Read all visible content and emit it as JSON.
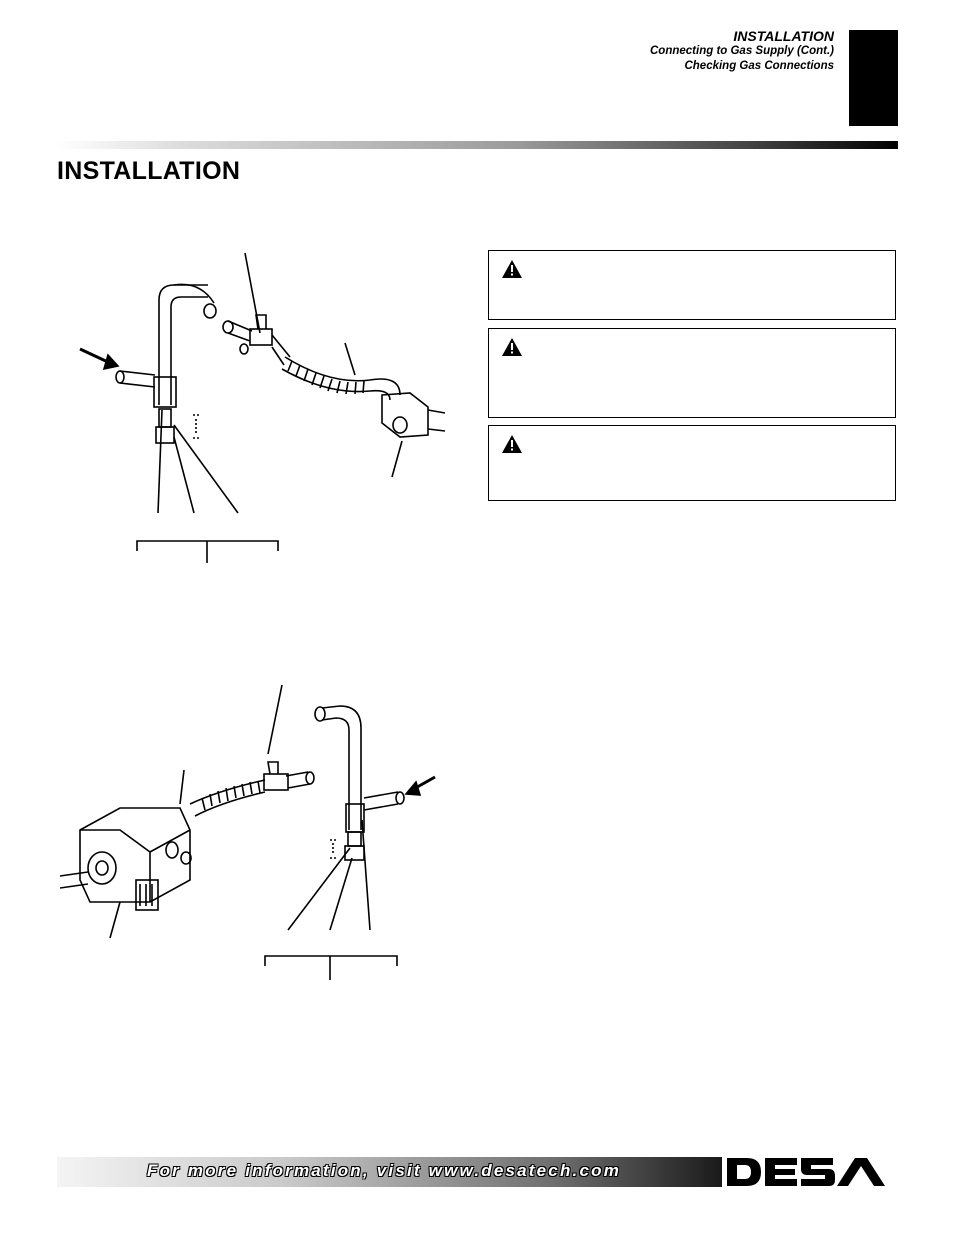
{
  "header": {
    "section": "INSTALLATION",
    "line1": "Connecting to Gas Supply (Cont.)",
    "line2": "Checking Gas Connections"
  },
  "page_title": "INSTALLATION",
  "warnings": [
    {
      "icon": "warning-triangle-icon"
    },
    {
      "icon": "warning-triangle-icon"
    },
    {
      "icon": "warning-triangle-icon"
    }
  ],
  "footer": {
    "text": "For more information, visit www.desatech.com",
    "logo_icon": "desa-logo"
  }
}
